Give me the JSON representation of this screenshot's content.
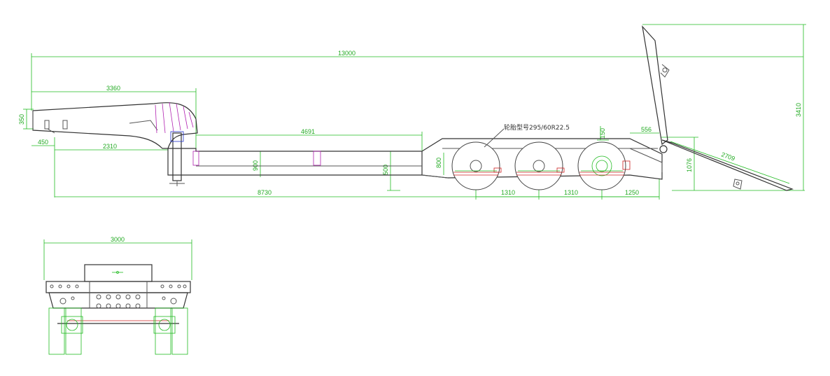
{
  "dimensions": {
    "overall_length": "13000",
    "gooseneck_length": "3360",
    "gooseneck_height": "350",
    "kingpin_offset": "450",
    "landing_leg_distance": "2310",
    "well_length": "4691",
    "deck_length": "8730",
    "well_depth": "900",
    "step_height_1": "500",
    "step_height_2": "800",
    "axle_spacing_1": "1310",
    "axle_spacing_2": "1310",
    "rear_overhang": "1250",
    "ramp_pivot_offset": "556",
    "suspension_height": "150",
    "ramp_length": "2709",
    "rear_deck_height": "1076",
    "ramp_raised_height": "3410",
    "rear_view_width": "3000"
  },
  "annotations": {
    "tire_spec": "轮胎型号295/60R22.5"
  },
  "colors": {
    "dimension": "#22aa22",
    "outline": "#555555",
    "spring": "#cc2222",
    "gooseneck_detail": "#b020b0"
  }
}
